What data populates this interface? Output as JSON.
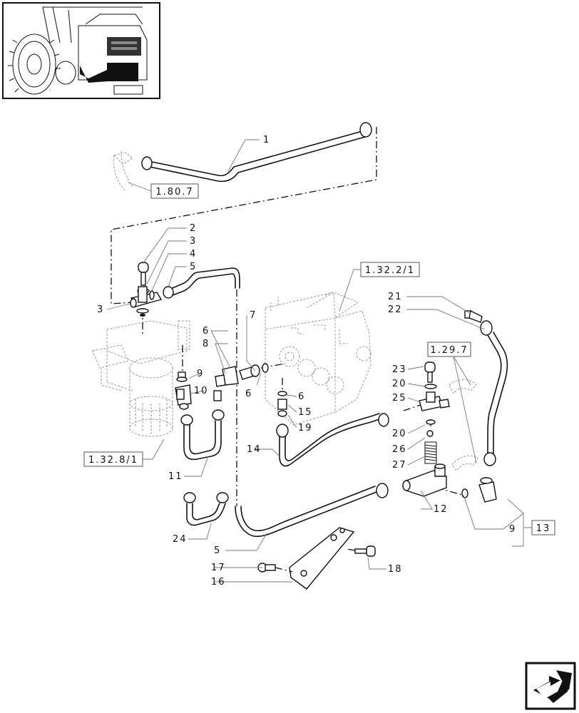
{
  "thumbnail": {
    "icon": "tractor-location-icon"
  },
  "refs": {
    "r_1_80_7": "1.80.7",
    "r_1_32_2_1": "1.32.2/1",
    "r_1_29_7": "1.29.7",
    "r_1_32_8_1": "1.32.8/1",
    "r_13": "13"
  },
  "callouts": {
    "c1": "1",
    "c2": "2",
    "c3a": "3",
    "c3b": "3",
    "c4": "4",
    "c5a": "5",
    "c5b": "5",
    "c6a": "6",
    "c6b": "6",
    "c6c": "6",
    "c7": "7",
    "c8": "8",
    "c9a": "9",
    "c9b": "9",
    "c10": "10",
    "c11": "11",
    "c12": "12",
    "c14": "14",
    "c15": "15",
    "c16": "16",
    "c17": "17",
    "c18": "18",
    "c19": "19",
    "c20a": "20",
    "c20b": "20",
    "c21": "21",
    "c22": "22",
    "c23": "23",
    "c24": "24",
    "c25": "25",
    "c26": "26",
    "c27": "27"
  },
  "nav": {
    "icon": "next-page-arrow-icon"
  }
}
